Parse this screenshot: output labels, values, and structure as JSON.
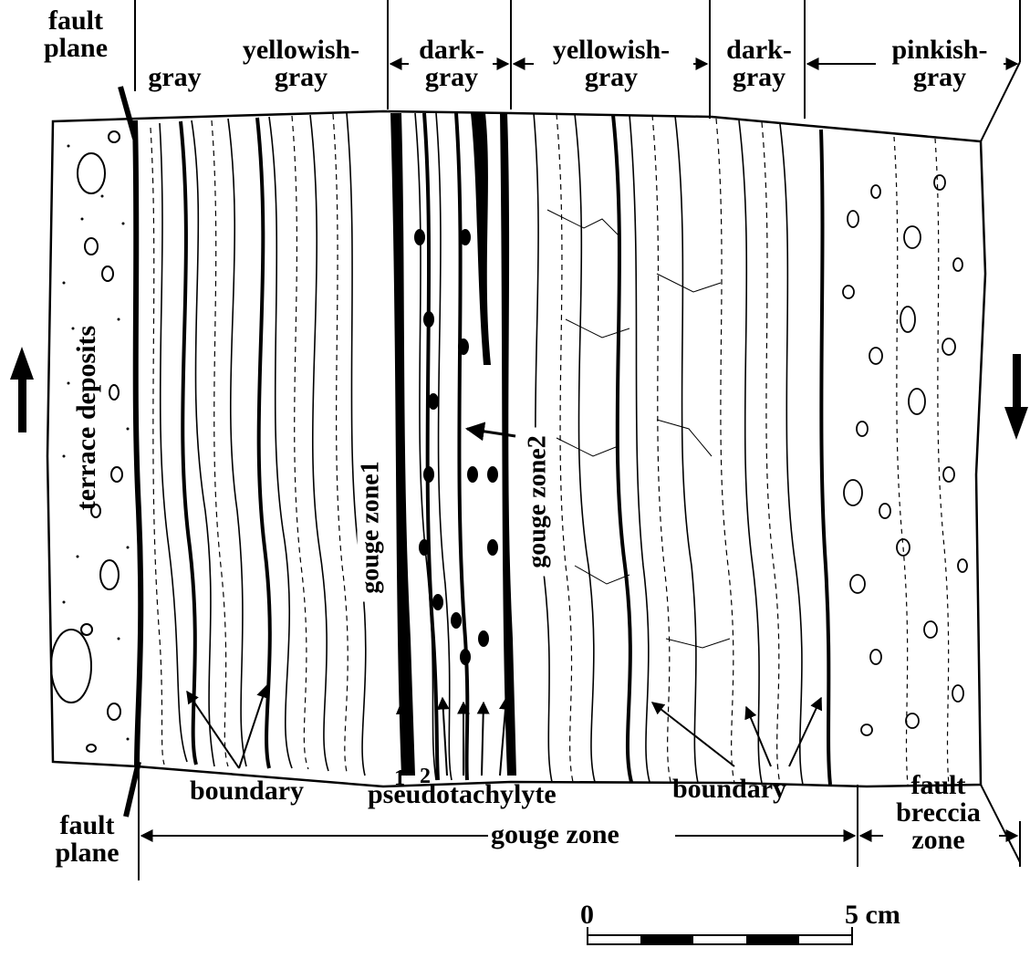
{
  "top_labels": {
    "fault_plane": [
      "fault",
      "plane"
    ],
    "gray": "gray",
    "yellowish_gray_1": [
      "yellowish-",
      "gray"
    ],
    "dark_gray_1": [
      "dark-",
      "gray"
    ],
    "yellowish_gray_2": [
      "yellowish-",
      "gray"
    ],
    "dark_gray_2": [
      "dark-",
      "gray"
    ],
    "pinkish_gray": [
      "pinkish-",
      "gray"
    ]
  },
  "inner_labels": {
    "terrace_deposits": "terrace deposits",
    "gouge_zone_1": "gouge zone1",
    "gouge_zone_2": "gouge zone2"
  },
  "bottom_labels": {
    "fault_plane": [
      "fault",
      "plane"
    ],
    "boundary_left": "boundary",
    "marker_1": "1",
    "marker_2": "2",
    "pseudotachylyte": "pseudotachylyte",
    "boundary_right": "boundary",
    "fault_breccia_zone": [
      "fault",
      "breccia",
      "zone"
    ],
    "gouge_zone": "gouge zone"
  },
  "scale_bar": {
    "start": "0",
    "end": "5 cm"
  },
  "colors": {
    "ink": "#000000",
    "paper": "#ffffff"
  }
}
